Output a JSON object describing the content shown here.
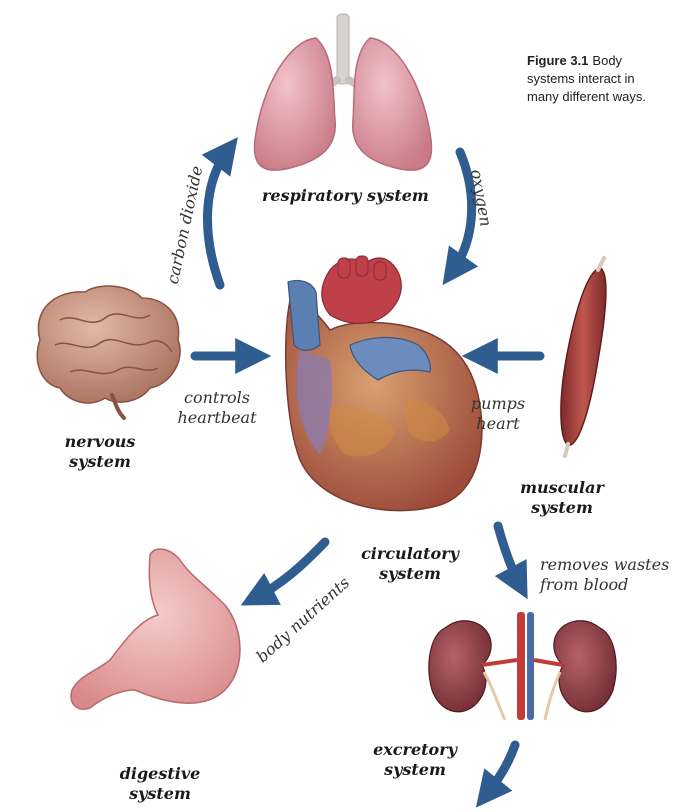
{
  "caption": {
    "figure_number": "Figure 3.1",
    "text_line1": "Body",
    "text_line2": "systems interact in",
    "text_line3": "many different ways."
  },
  "systems": {
    "respiratory": "respiratory system",
    "circulatory_line1": "circulatory",
    "circulatory_line2": "system",
    "nervous_line1": "nervous",
    "nervous_line2": "system",
    "muscular_line1": "muscular",
    "muscular_line2": "system",
    "digestive_line1": "digestive",
    "digestive_line2": "system",
    "excretory_line1": "excretory",
    "excretory_line2": "system"
  },
  "relations": {
    "carbon_dioxide": "carbon dioxide",
    "oxygen": "oxygen",
    "controls_line1": "controls",
    "controls_line2": "heartbeat",
    "pumps_line1": "pumps",
    "pumps_line2": "heart",
    "removes_line1": "removes wastes",
    "removes_line2": "from blood",
    "body_nutrients": "body nutrients"
  },
  "colors": {
    "arrow": "#2f5d8f",
    "lung": "#d98f9a",
    "heart_red": "#c0404a",
    "heart_blue": "#5b7fb0",
    "brain": "#c8907a",
    "muscle": "#a6413f",
    "stomach": "#e7a0a0",
    "kidney": "#8e3b40"
  }
}
